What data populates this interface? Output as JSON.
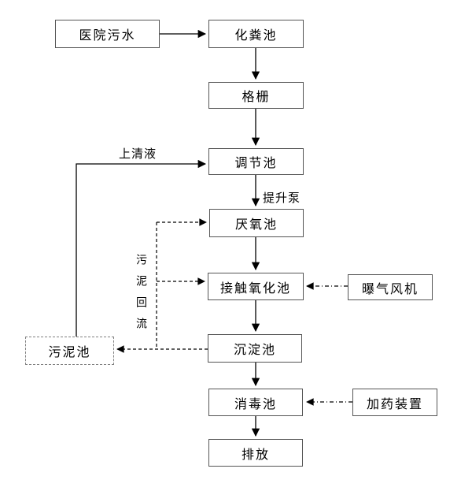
{
  "diagram": {
    "type": "flowchart",
    "nodes": {
      "hospital_sewage": {
        "label": "医院污水"
      },
      "septic_tank": {
        "label": "化粪池"
      },
      "bar_screen": {
        "label": "格栅"
      },
      "regulating_tank": {
        "label": "调节池"
      },
      "anaerobic_tank": {
        "label": "厌氧池"
      },
      "contact_oxidation_tank": {
        "label": "接触氧化池"
      },
      "aeration_blower": {
        "label": "曝气风机"
      },
      "sedimentation_tank": {
        "label": "沉淀池"
      },
      "sludge_tank": {
        "label": "污泥池"
      },
      "disinfection_tank": {
        "label": "消毒池"
      },
      "dosing_device": {
        "label": "加药装置"
      },
      "discharge": {
        "label": "排放"
      }
    },
    "edge_labels": {
      "supernatant": "上清液",
      "lift_pump": "提升泵",
      "sludge_return": "污泥回流"
    },
    "edges": [
      {
        "from": "hospital_sewage",
        "to": "septic_tank",
        "style": "solid"
      },
      {
        "from": "septic_tank",
        "to": "bar_screen",
        "style": "solid"
      },
      {
        "from": "bar_screen",
        "to": "regulating_tank",
        "style": "solid"
      },
      {
        "from": "regulating_tank",
        "to": "anaerobic_tank",
        "style": "solid",
        "label": "提升泵"
      },
      {
        "from": "anaerobic_tank",
        "to": "contact_oxidation_tank",
        "style": "solid"
      },
      {
        "from": "contact_oxidation_tank",
        "to": "sedimentation_tank",
        "style": "solid"
      },
      {
        "from": "sedimentation_tank",
        "to": "disinfection_tank",
        "style": "solid"
      },
      {
        "from": "disinfection_tank",
        "to": "discharge",
        "style": "solid"
      },
      {
        "from": "sludge_tank",
        "to": "regulating_tank",
        "style": "solid",
        "label": "上清液"
      },
      {
        "from": "sedimentation_tank",
        "to": "sludge_tank",
        "style": "dashed"
      },
      {
        "from": "sludge_return_trunk",
        "to": "anaerobic_tank",
        "style": "dashed",
        "label": "污泥回流"
      },
      {
        "from": "sludge_return_trunk",
        "to": "contact_oxidation_tank",
        "style": "dashed"
      },
      {
        "from": "aeration_blower",
        "to": "contact_oxidation_tank",
        "style": "dash-dot"
      },
      {
        "from": "dosing_device",
        "to": "disinfection_tank",
        "style": "dash-dot"
      }
    ],
    "colors": {
      "background": "#ffffff",
      "box_border": "#555555",
      "dashed_box_border": "#808080",
      "line": "#000000",
      "text": "#000000"
    }
  }
}
